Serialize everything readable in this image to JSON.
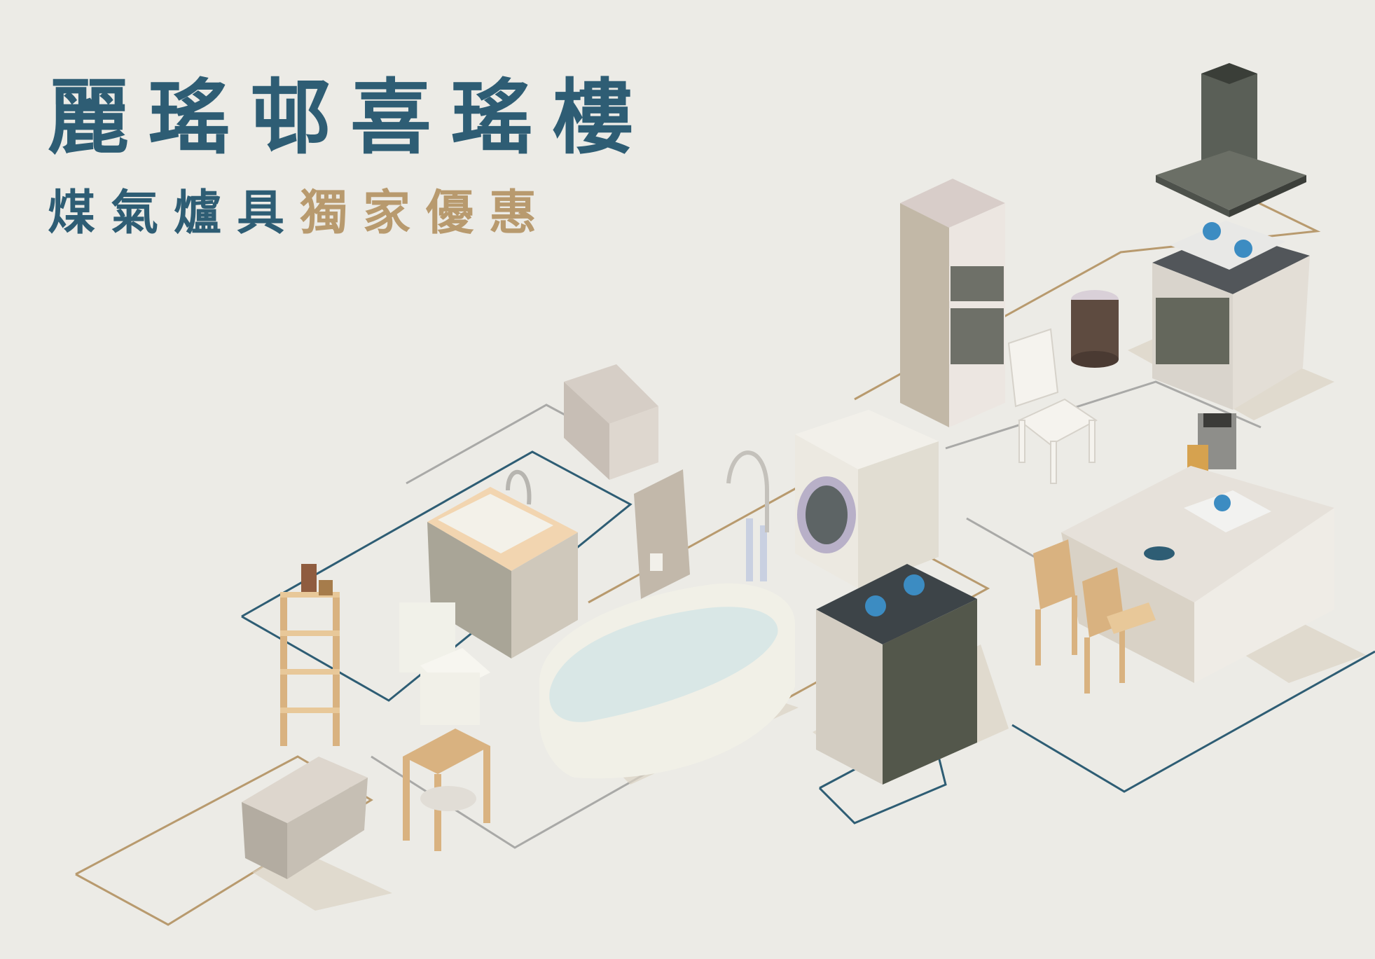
{
  "title": "麗瑤邨喜瑤樓",
  "subtitle": {
    "part1": "煤氣爐具",
    "part2": "獨家優惠"
  },
  "colors": {
    "background": "#ecebe6",
    "title_blue": "#2e5d74",
    "accent_gold": "#b89a6e",
    "line_grey": "#a9a9a7"
  },
  "illustration": {
    "items": [
      "range-hood",
      "island-gas-cooktop",
      "built-in-oven-tower",
      "trash-bin",
      "white-chair",
      "coffee-machine",
      "kitchen-island",
      "bar-stool",
      "dryer",
      "gas-range-oven",
      "bathtub",
      "bath-faucet",
      "water-heater",
      "console-table",
      "kitchen-sink-cabinet",
      "toilet",
      "wooden-shelf",
      "wooden-stool",
      "bench"
    ]
  }
}
